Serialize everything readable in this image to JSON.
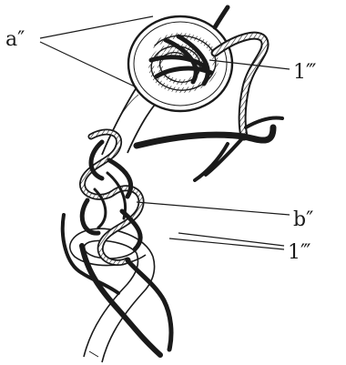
{
  "figure": {
    "labels": {
      "a": "a″",
      "one_top": "1‴",
      "b": "b″",
      "one_bottom": "1‴"
    },
    "colors": {
      "ink": "#1a1a1a",
      "paper": "#ffffff"
    }
  }
}
